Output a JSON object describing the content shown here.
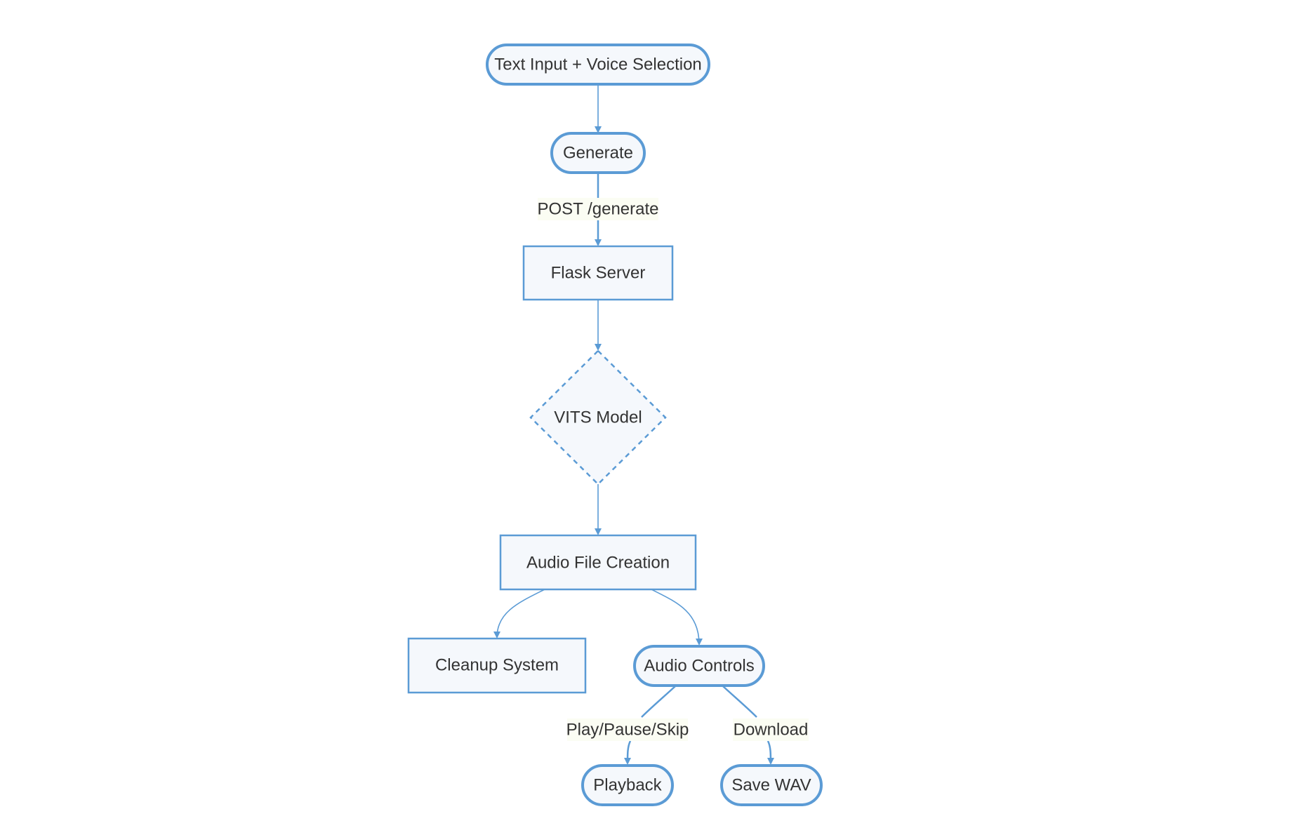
{
  "colors": {
    "stroke": "#5b9bd5",
    "node_fill": "#f5f8fc",
    "text": "#333333",
    "label_bg": "#fbfdf3",
    "background": "#ffffff"
  },
  "nodes": {
    "text_input": {
      "label": "Text Input + Voice Selection",
      "shape": "stadium"
    },
    "generate": {
      "label": "Generate",
      "shape": "stadium"
    },
    "flask_server": {
      "label": "Flask Server",
      "shape": "rectangle"
    },
    "vits_model": {
      "label": "VITS Model",
      "shape": "diamond-dashed"
    },
    "audio_file_creation": {
      "label": "Audio File Creation",
      "shape": "rectangle"
    },
    "cleanup_system": {
      "label": "Cleanup System",
      "shape": "rectangle"
    },
    "audio_controls": {
      "label": "Audio Controls",
      "shape": "stadium"
    },
    "playback": {
      "label": "Playback",
      "shape": "stadium"
    },
    "save_wav": {
      "label": "Save WAV",
      "shape": "stadium"
    }
  },
  "edges": [
    {
      "from": "text_input",
      "to": "generate",
      "label": ""
    },
    {
      "from": "generate",
      "to": "flask_server",
      "label": "POST /generate"
    },
    {
      "from": "flask_server",
      "to": "vits_model",
      "label": ""
    },
    {
      "from": "vits_model",
      "to": "audio_file_creation",
      "label": ""
    },
    {
      "from": "audio_file_creation",
      "to": "cleanup_system",
      "label": ""
    },
    {
      "from": "audio_file_creation",
      "to": "audio_controls",
      "label": ""
    },
    {
      "from": "audio_controls",
      "to": "playback",
      "label": "Play/Pause/Skip"
    },
    {
      "from": "audio_controls",
      "to": "save_wav",
      "label": "Download"
    }
  ],
  "edge_labels": {
    "post_generate": "POST /generate",
    "play_pause_skip": "Play/Pause/Skip",
    "download": "Download"
  }
}
